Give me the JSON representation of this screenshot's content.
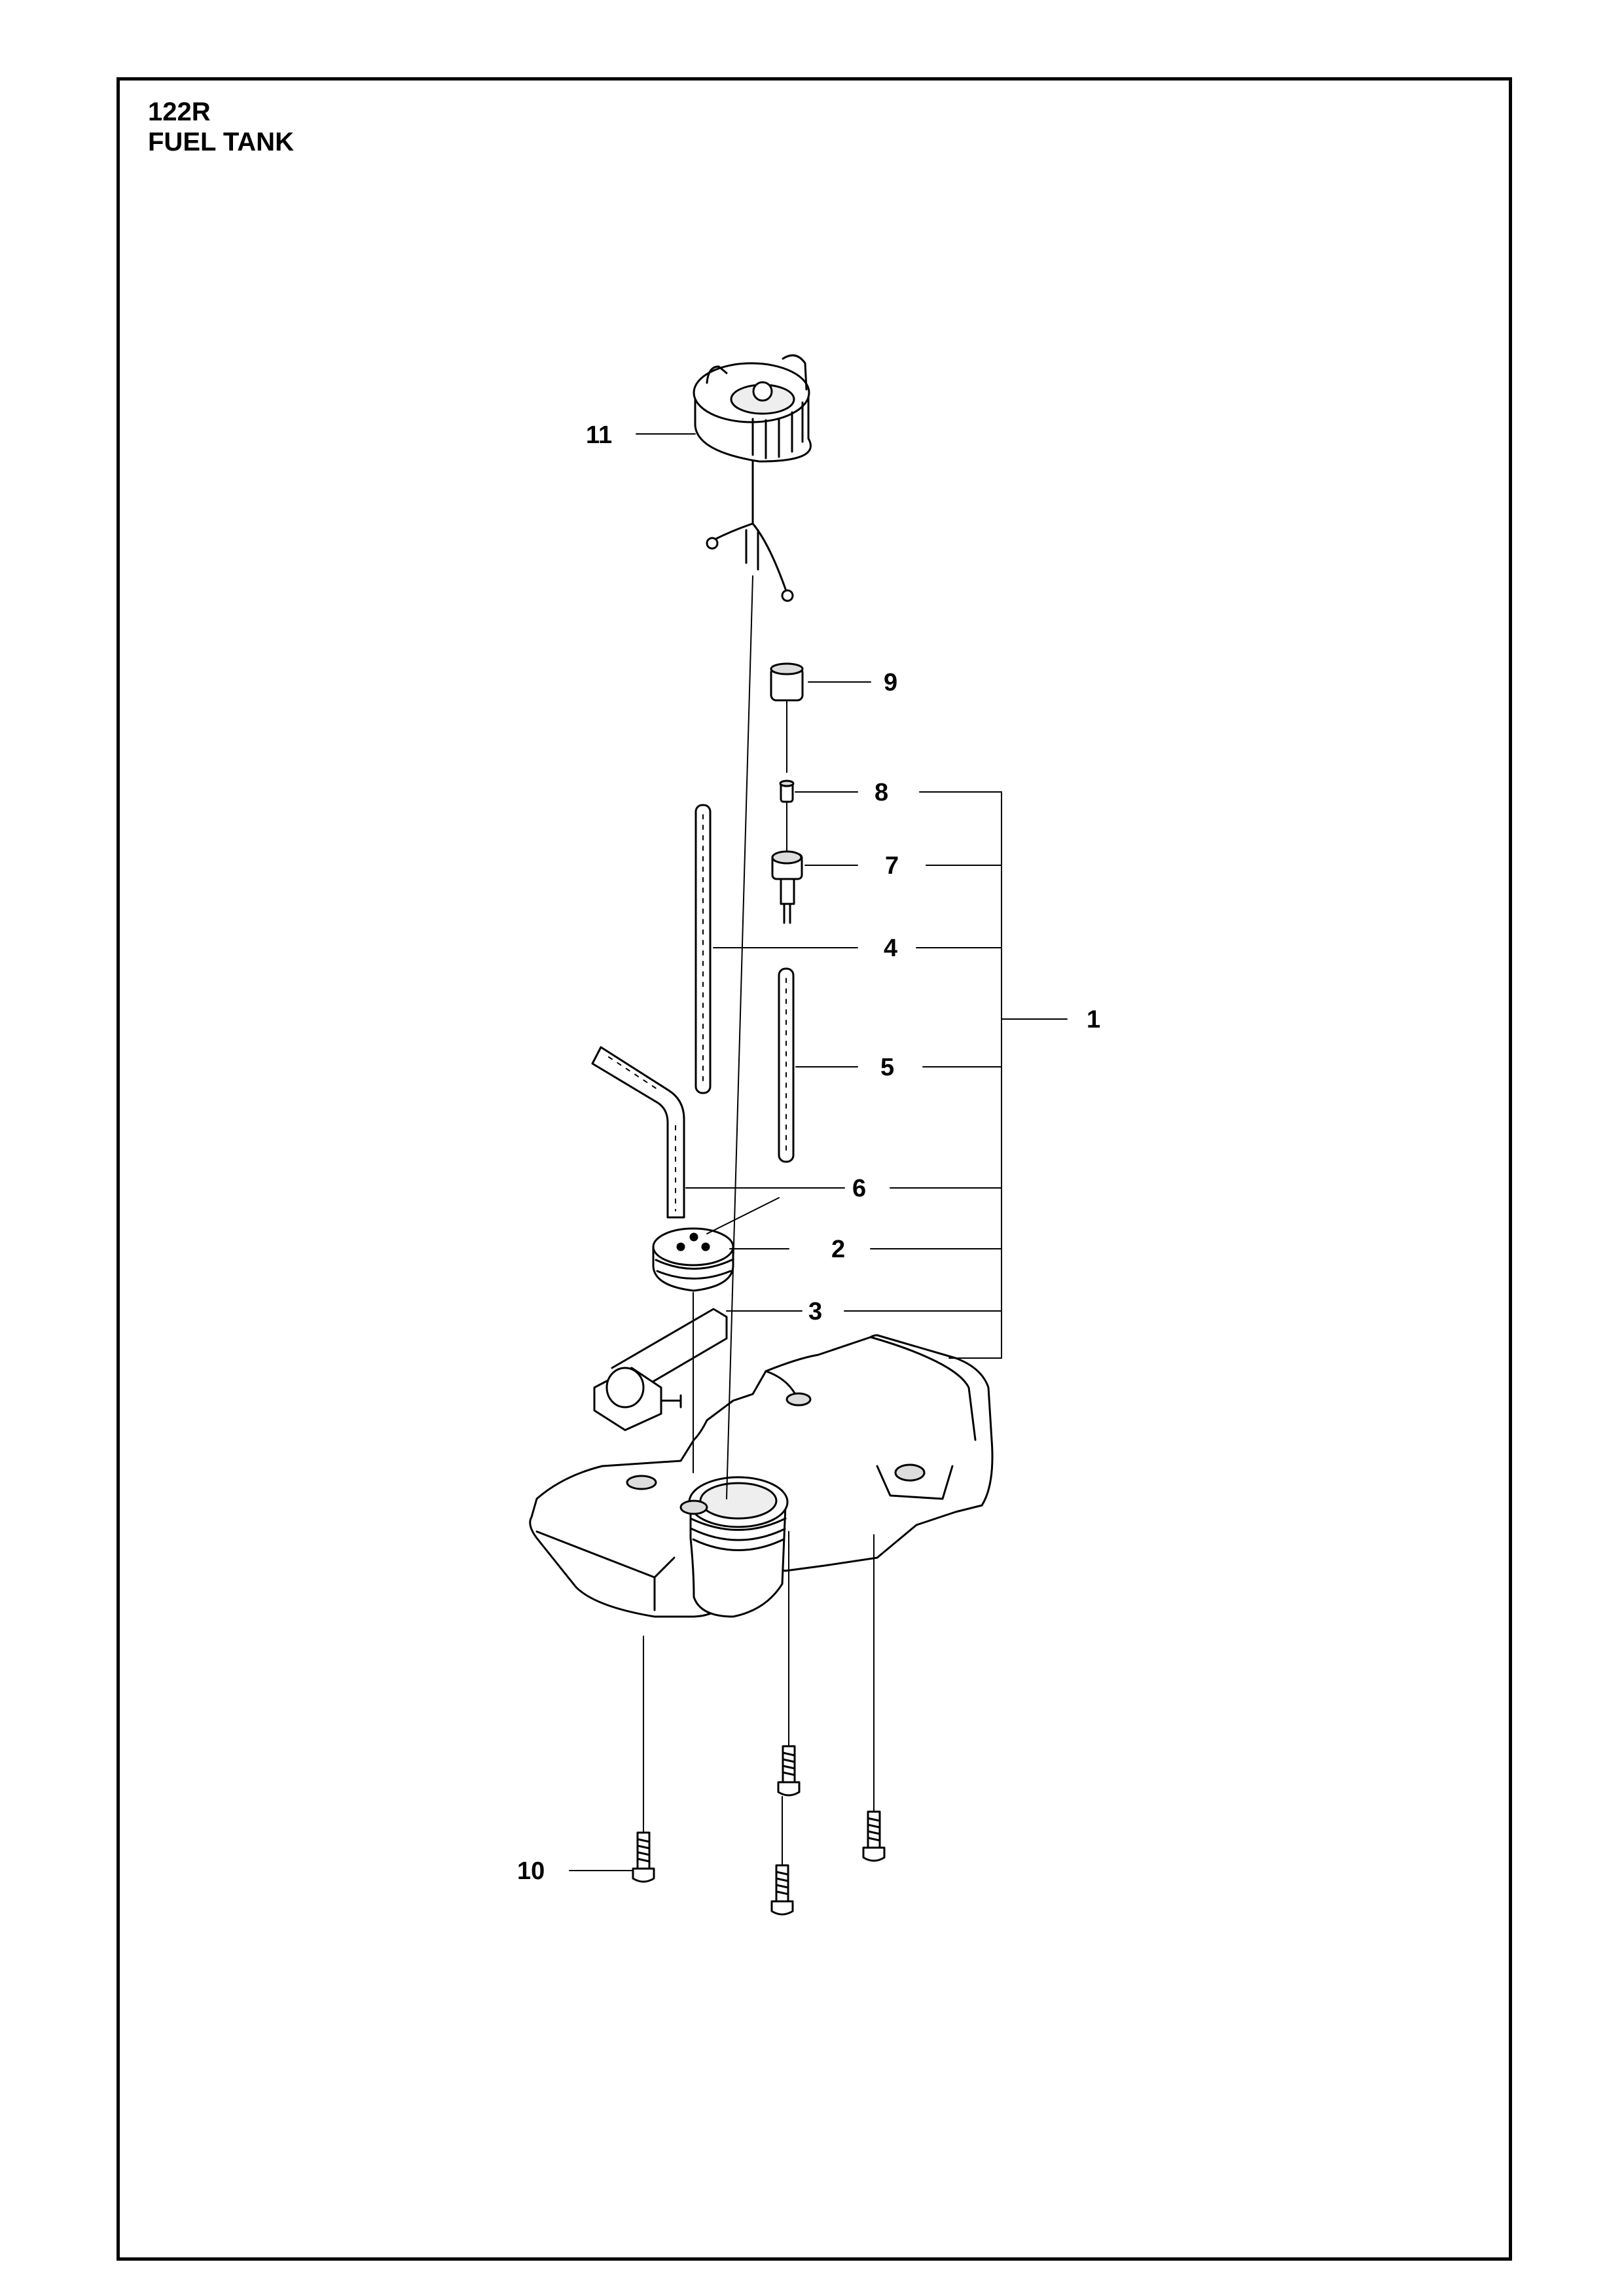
{
  "header": {
    "model": "122R",
    "section": "FUEL TANK"
  },
  "callouts": {
    "c1": "1",
    "c2": "2",
    "c3": "3",
    "c4": "4",
    "c5": "5",
    "c6": "6",
    "c7": "7",
    "c8": "8",
    "c9": "9",
    "c10": "10",
    "c11": "11"
  },
  "colors": {
    "line": "#000000",
    "fill": "#ffffff",
    "shade": "#d9d9d9"
  }
}
